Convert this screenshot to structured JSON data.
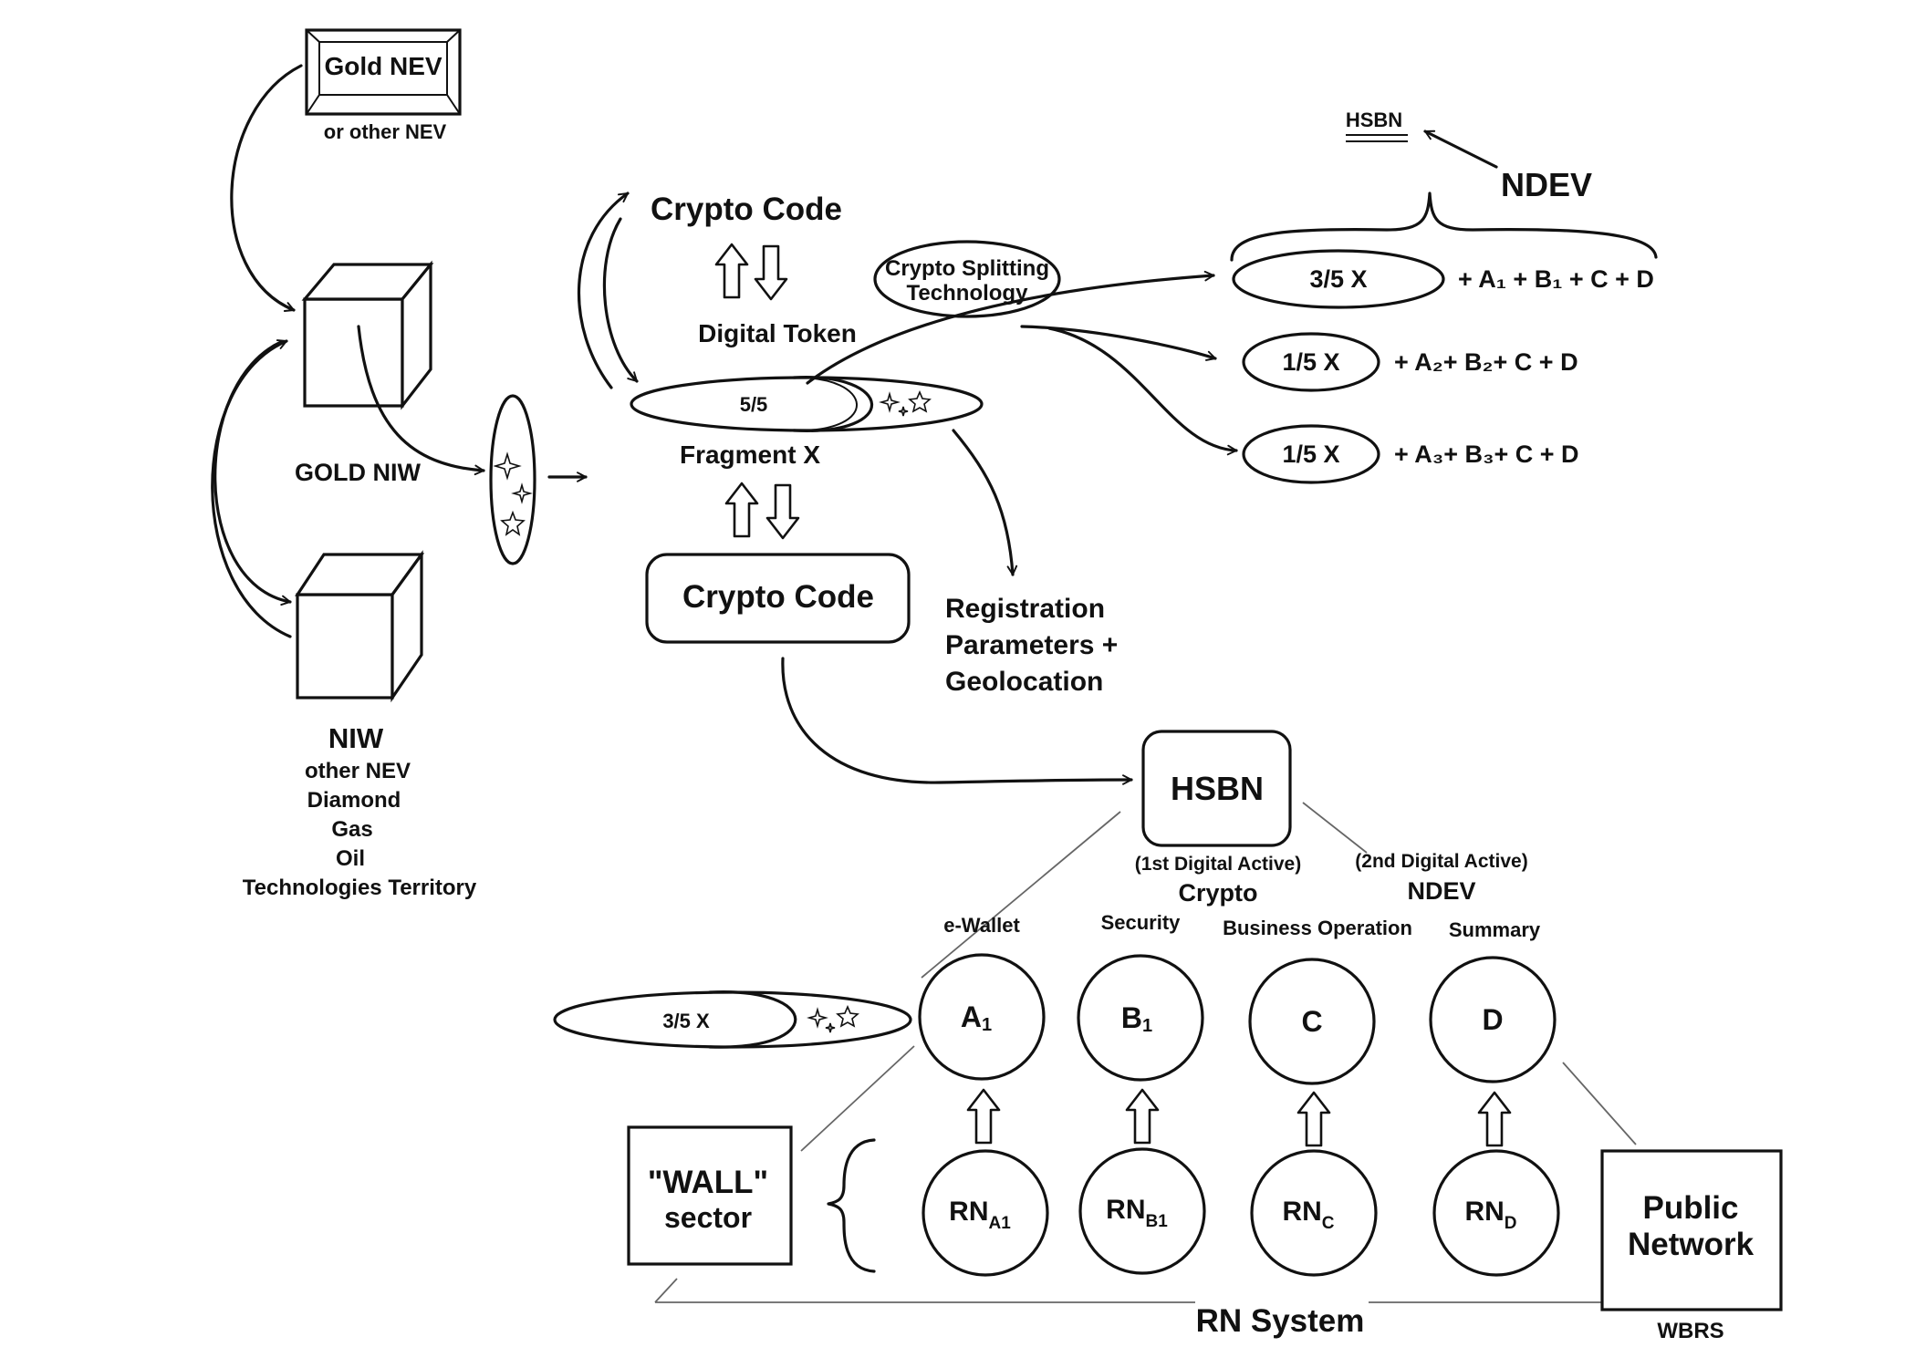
{
  "labels": {
    "gold_nev": "Gold NEV",
    "or_other_nev": "or other NEV",
    "gold_niw": "GOLD NIW",
    "niw": "NIW",
    "niw_list": [
      "other NEV",
      "Diamond",
      "Gas",
      "Oil",
      "Technologies Territory"
    ],
    "crypto_code_top": "Crypto Code",
    "digital_token": "Digital Token",
    "crypto_splitting_1": "Crypto Splitting",
    "crypto_splitting_2": "Technology",
    "fragment_value": "5/5",
    "fragment_x": "Fragment X",
    "crypto_code_box": "Crypto Code",
    "registration_1": "Registration",
    "registration_2": "Parameters +",
    "registration_3": "Geolocation",
    "hsbn_small": "HSBN",
    "ndev": "NDEV",
    "hsbn_box": "HSBN",
    "first_active": "(1st Digital Active)",
    "crypto": "Crypto",
    "second_active": "(2nd Digital Active)",
    "ndev_small": "NDEV",
    "small_fragment": "3/5  X",
    "wall_1": "\"WALL\"",
    "wall_2": "sector",
    "public_1": "Public",
    "public_2": "Network",
    "wbrs": "WBRS",
    "rn_system": "RN System"
  },
  "splits": [
    {
      "fraction": "3/5  X",
      "formula": "+ A₁ + B₁ + C + D"
    },
    {
      "fraction": "1/5  X",
      "formula": "+ A₂+  B₂+  C + D"
    },
    {
      "fraction": "1/5  X",
      "formula": "+ A₃+  B₃+  C + D"
    }
  ],
  "nodes": [
    {
      "category": "e-Wallet",
      "label": "A",
      "sub": "1",
      "rn_base": "RN",
      "rn_sub": "A1"
    },
    {
      "category": "Security",
      "label": "B",
      "sub": "1",
      "rn_base": "RN",
      "rn_sub": "B1"
    },
    {
      "category": "Business Operation",
      "label": "C",
      "sub": "",
      "rn_base": "RN",
      "rn_sub": "C"
    },
    {
      "category": "Summary",
      "label": "D",
      "sub": "",
      "rn_base": "RN",
      "rn_sub": "D"
    }
  ]
}
